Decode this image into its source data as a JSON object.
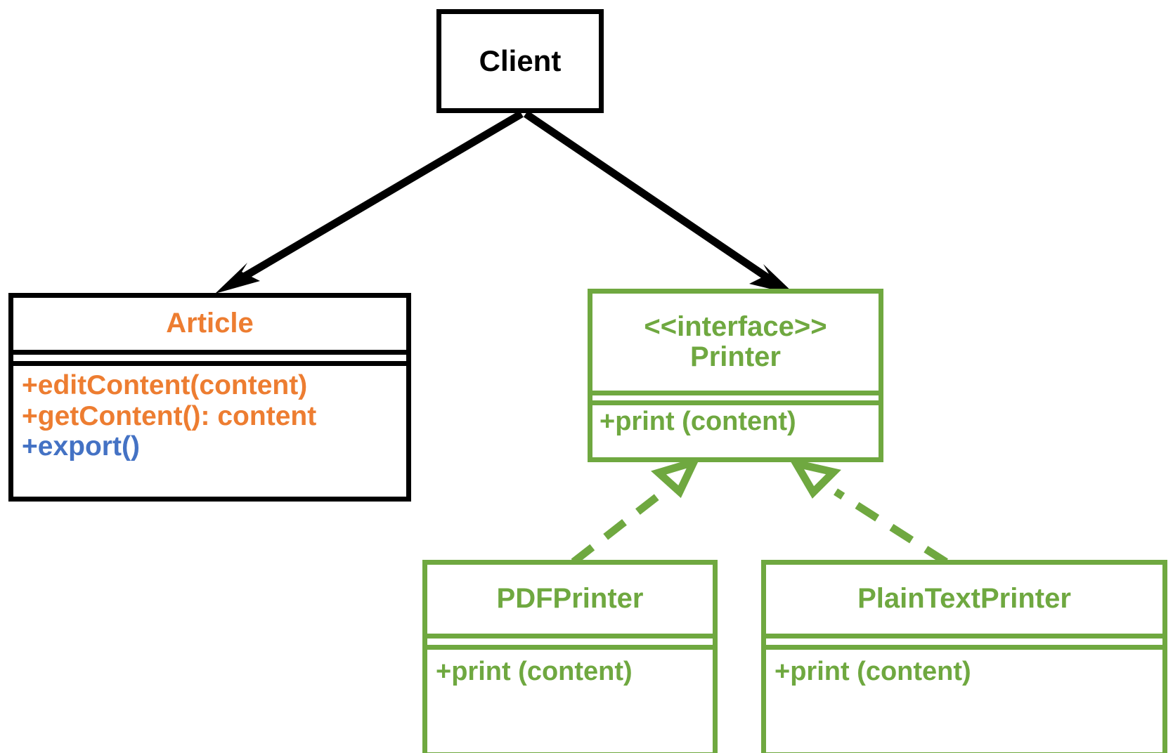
{
  "diagram": {
    "type": "uml-class-diagram",
    "background": "#ffffff",
    "colors": {
      "black": "#000000",
      "orange": "#ED7D31",
      "blue": "#4472C4",
      "green": "#6FA840"
    }
  },
  "classes": {
    "client": {
      "name": "Client",
      "color": "#000000",
      "attributes": [],
      "methods": []
    },
    "article": {
      "name": "Article",
      "color": "#ED7D31",
      "attributes": [],
      "methods": [
        {
          "text": "+editContent(content)",
          "color": "#ED7D31"
        },
        {
          "text": "+getContent(): content",
          "color": "#ED7D31"
        },
        {
          "text": "+export()",
          "color": "#4472C4"
        }
      ]
    },
    "printer": {
      "stereotype": "<<interface>>",
      "name": "Printer",
      "color": "#6FA840",
      "attributes": [],
      "methods": [
        {
          "text": "+print (content)",
          "color": "#6FA840"
        }
      ]
    },
    "pdf_printer": {
      "name": "PDFPrinter",
      "color": "#6FA840",
      "attributes": [],
      "methods": [
        {
          "text": "+print (content)",
          "color": "#6FA840"
        }
      ]
    },
    "plain_text_printer": {
      "name": "PlainTextPrinter",
      "color": "#6FA840",
      "attributes": [],
      "methods": [
        {
          "text": "+print (content)",
          "color": "#6FA840"
        }
      ]
    }
  },
  "relationships": [
    {
      "id": "client-to-article",
      "from": "Client",
      "to": "Article",
      "kind": "dependency-association",
      "line": "solid",
      "arrowhead": "open-filled",
      "color": "#000000"
    },
    {
      "id": "client-to-printer",
      "from": "Client",
      "to": "Printer",
      "kind": "dependency-association",
      "line": "solid",
      "arrowhead": "open-filled",
      "color": "#000000"
    },
    {
      "id": "pdfprinter-realizes-printer",
      "from": "PDFPrinter",
      "to": "Printer",
      "kind": "realization",
      "line": "dashed",
      "arrowhead": "hollow-triangle",
      "color": "#6FA840"
    },
    {
      "id": "plaintextprinter-realizes-printer",
      "from": "PlainTextPrinter",
      "to": "Printer",
      "kind": "realization",
      "line": "dashed",
      "arrowhead": "hollow-triangle",
      "color": "#6FA840"
    }
  ]
}
